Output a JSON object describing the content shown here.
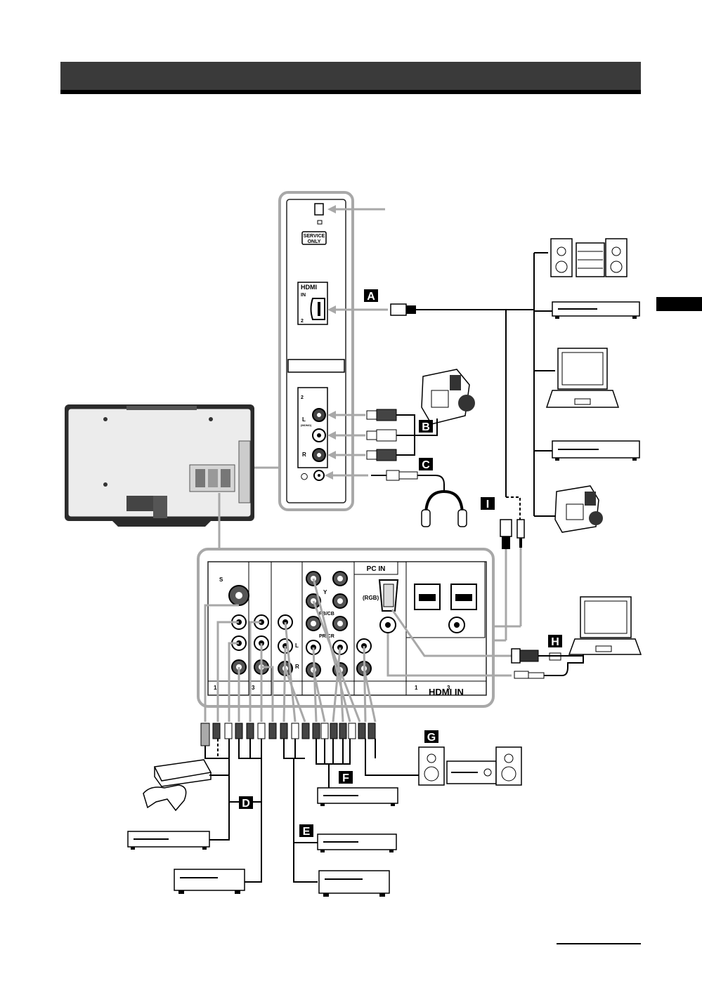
{
  "header": {
    "title": ""
  },
  "callouts": {
    "a": "A",
    "b": "B",
    "c": "C",
    "d": "D",
    "e": "E",
    "f": "F",
    "g": "G",
    "h": "H",
    "i": "I"
  },
  "side_panel": {
    "service_line1": "SERVICE",
    "service_line2": "ONLY",
    "hdmi_logo": "HDMI",
    "hdmi_in": "IN",
    "hdmi_num": "2",
    "av_num": "2",
    "l_label": "L",
    "mono_label": "(MONO)",
    "r_label": "R"
  },
  "rear_panel": {
    "pc_in": "PC IN",
    "rgb": "(RGB)",
    "hdmi_in_label": "HDMI IN",
    "s_video": "S",
    "hdmi_slot_1": "1",
    "hdmi_slot_3": "3",
    "input_1": "1",
    "input_3": "3",
    "y_label": "Y",
    "pb_label": "PB/CB",
    "pr_label": "PR/CR",
    "l_label": "L",
    "r_label": "R"
  },
  "colors": {
    "frame": "#a8a8a8",
    "line": "#000000",
    "header_bar": "#3a3a3a",
    "tv_body": "#2b2b2b"
  }
}
